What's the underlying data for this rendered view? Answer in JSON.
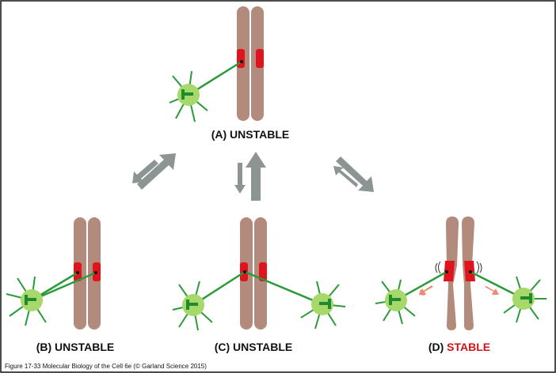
{
  "panels": {
    "a": {
      "label": "(A) UNSTABLE"
    },
    "b": {
      "label": "(B) UNSTABLE"
    },
    "c": {
      "label": "(C) UNSTABLE"
    },
    "d": {
      "label_prefix": "(D) ",
      "label_emph": "STABLE"
    }
  },
  "caption": "Figure 17-33  Molecular Biology of the Cell 6e (© Garland Science 2015)",
  "colors": {
    "chromosome": "#b28b7c",
    "kinetochore": "#e0141c",
    "microtubule": "#2a9a3a",
    "centrosome": "#a6d86a",
    "arrow": "#8c9494",
    "tension_arrow": "#f08a70",
    "stable_label": "#d0141a"
  },
  "icons": [
    "chromosome-icon",
    "kinetochore-icon",
    "spindle-pole-icon",
    "equilibrium-arrow-icon",
    "tension-arrow-icon"
  ]
}
